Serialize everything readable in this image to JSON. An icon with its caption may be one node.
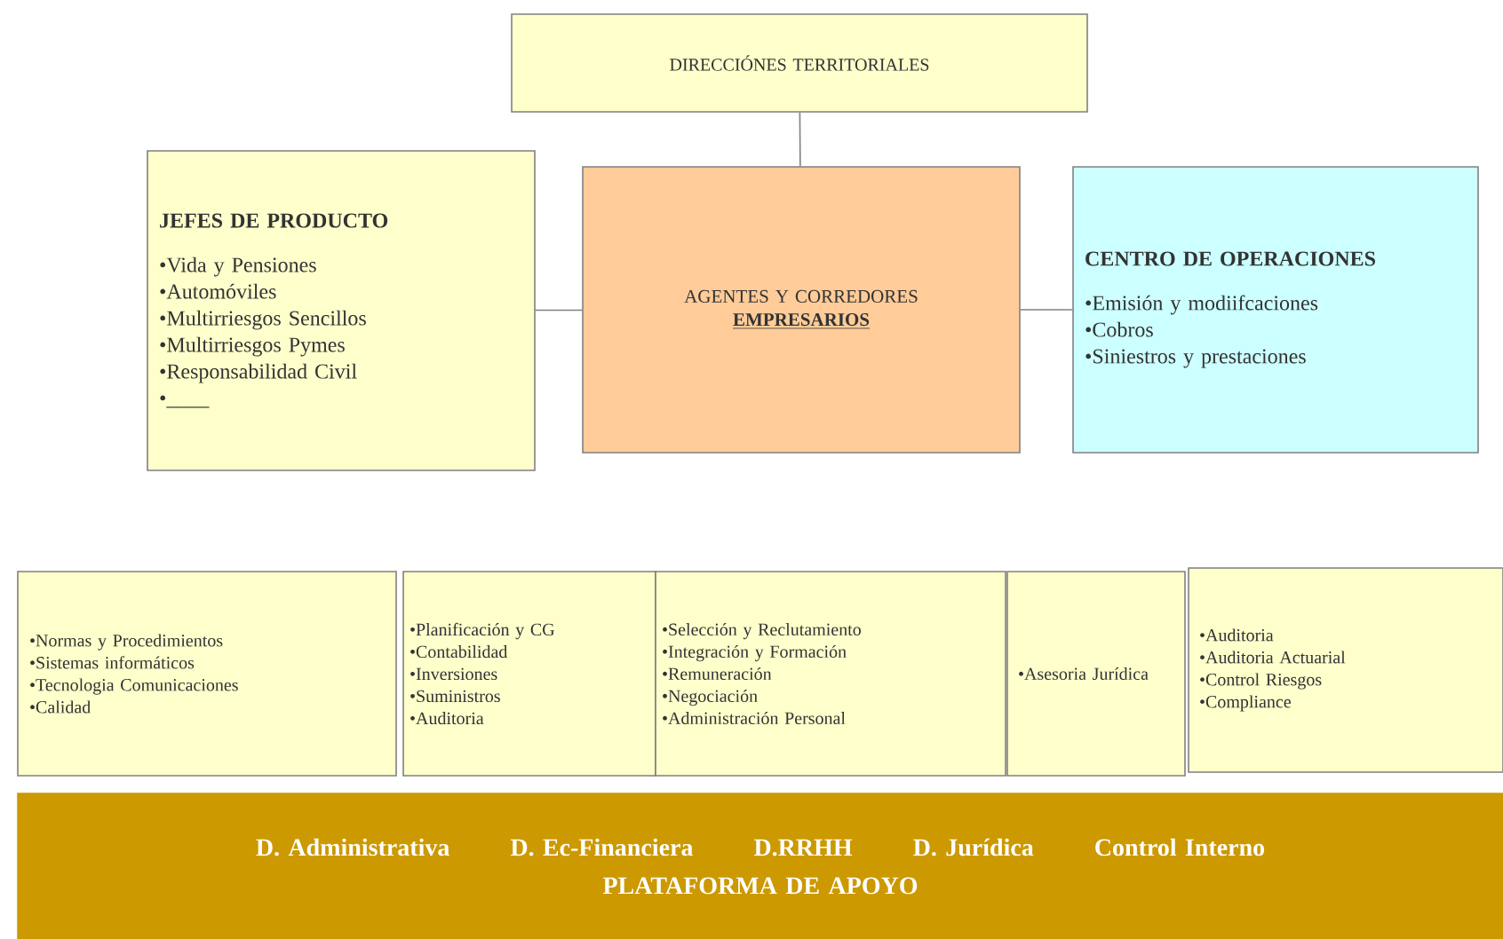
{
  "diagram": {
    "nodes": [
      {
        "text": [
          "DIRECCIÓNES TERRITORIALES"
        ]
      },
      {
        "text": [
          "JEFES DE PRODUCTO",
          "•Vida y Pensiones",
          "•Automóviles",
          "•Multirriesgos Sencillos",
          "•Multirriesgos Pymes",
          "•Responsabilidad Civil",
          "•____"
        ]
      },
      {
        "text": [
          "AGENTES Y CORREDORES",
          "EMPRESARIOS"
        ]
      },
      {
        "text": [
          "CENTRO DE OPERACIONES",
          "•Emisión y modiifcaciones",
          "•Cobros",
          "•Siniestros y prestaciones"
        ]
      },
      {
        "text": [
          "•Normas y Procedimientos",
          "•Sistemas informáticos",
          "•Tecnologia Comunicaciones",
          "•Calidad"
        ]
      },
      {
        "text": [
          "•Planificación y CG",
          "•Contabilidad",
          "•Inversiones",
          "•Suministros",
          "•Auditoria"
        ]
      },
      {
        "text": [
          "•Selección y Reclutamiento",
          "•Integración y Formación",
          "•Remuneración",
          "•Negociación",
          "•Administración Personal"
        ]
      },
      {
        "text": [
          "•Asesoria Jurídica"
        ]
      },
      {
        "text": [
          "•Auditoria",
          "•Auditoria Actuarial",
          "•Control Riesgos",
          "•Compliance"
        ]
      },
      {
        "text": [
          "D. Administrativa",
          "D. Ec-Financiera",
          "D.RRHH",
          "D. Jurídica",
          "Control Interno",
          "PLATAFORMA DE APOYO"
        ]
      }
    ],
    "edges": [
      {
        "from": 0,
        "to": 2,
        "arrow": "none"
      },
      {
        "from": 1,
        "to": 2,
        "arrow": "none"
      },
      {
        "from": 2,
        "to": 3,
        "arrow": "none"
      }
    ]
  }
}
